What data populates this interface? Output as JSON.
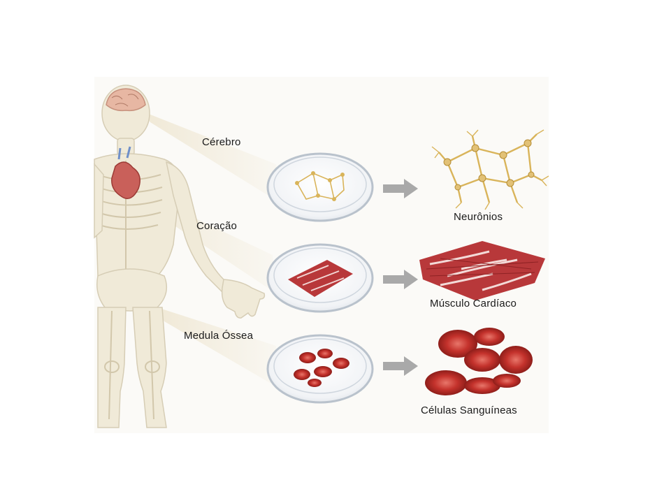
{
  "organs": [
    {
      "label": "Cérebro"
    },
    {
      "label": "Coração"
    },
    {
      "label": "Medula Óssea"
    }
  ],
  "cell_types": [
    {
      "label": "Neurônios"
    },
    {
      "label": "Músculo Cardíaco"
    },
    {
      "label": "Células Sanguíneas"
    }
  ],
  "colors": {
    "background": "#ffffff",
    "skeleton": "#f0ead8",
    "skeleton_outline": "#d6cdb5",
    "neuron": "#d9b45a",
    "muscle": "#b8383a",
    "blood_cell": "#c4322c",
    "arrow": "#a9a9a9",
    "dish_rim": "#b9c2cc"
  }
}
